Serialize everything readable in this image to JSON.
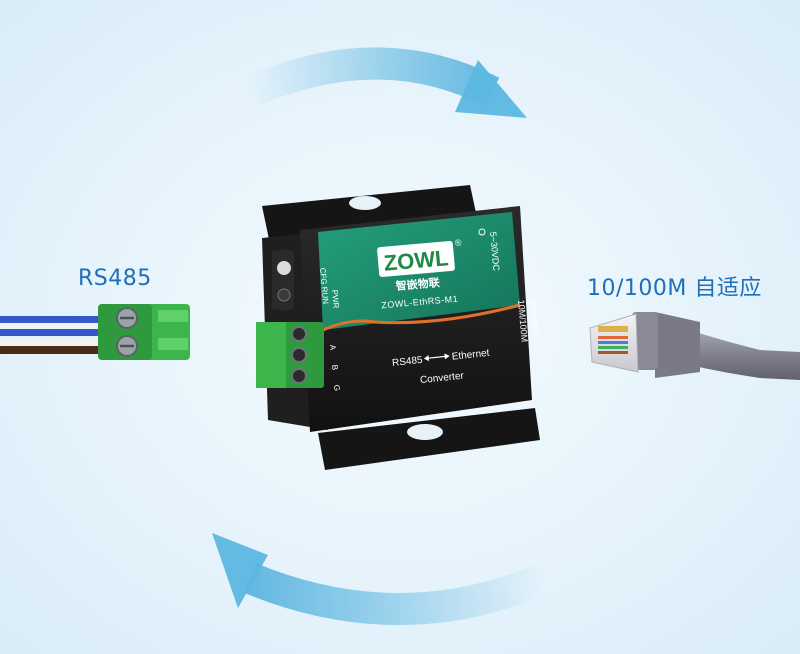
{
  "labels": {
    "left": "RS485",
    "right": "10/100M 自适应"
  },
  "device": {
    "brand": "ZOWL",
    "brand_cn": "智嵌物联",
    "model": "ZOWL-EthRS-M1",
    "power": "5~30VDC",
    "ethernet": "Ethernet",
    "speed": "10M/100M",
    "pwr": "PWR",
    "cfg_run": "CFG RUN",
    "pins": [
      "A",
      "B",
      "G"
    ],
    "rs485": "RS485",
    "eth_text": "Ethernet",
    "converter": "Converter",
    "reg": "®"
  },
  "colors": {
    "accent_blue": "#1f6fb8",
    "arrow": "#5cb6e0",
    "device_green": "#1b8a6b",
    "terminal_green": "#3cb54a",
    "cable": "#8c8c98"
  }
}
